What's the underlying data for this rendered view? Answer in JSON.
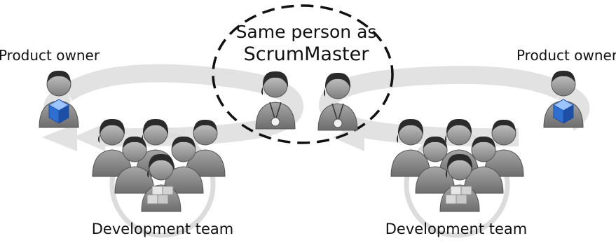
{
  "labels": {
    "product_owner_left": "Product owner",
    "product_owner_right": "Product owner",
    "callout_line1": "Same person as",
    "callout_line2": "ScrumMaster",
    "dev_team_left": "Development team",
    "dev_team_right": "Development team"
  },
  "colors": {
    "cycle_arrow": "#e2e2e2",
    "person_dark": "#2b2b2b",
    "person_mid": "#8a8a8a",
    "person_light": "#d6d6d6",
    "backlog_cube": "#2f6fd0",
    "callout_border": "#111111"
  },
  "icons": {
    "product_owner": "person-with-blue-cube-icon",
    "scrum_master": "person-with-whistle-icon",
    "team_member": "person-icon",
    "increment": "stacked-boxes-icon"
  }
}
